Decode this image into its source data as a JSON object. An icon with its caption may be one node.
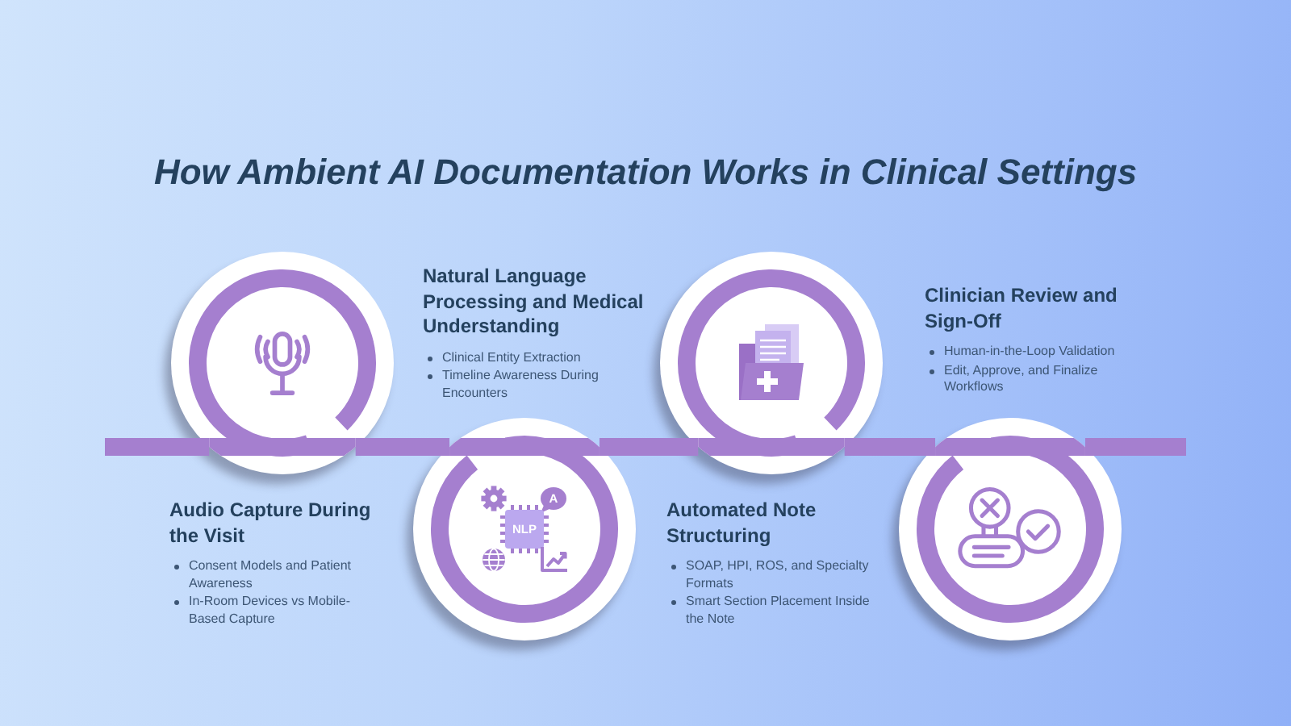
{
  "diagram": {
    "title": "How Ambient AI Documentation Works in Clinical Settings",
    "nodes": [
      {
        "text": [],
        "shape": "circle",
        "beside": [
          "Audio Capture During the Visit",
          "Consent Models and Patient Awareness",
          "In-Room Devices vs Mobile-Based Capture"
        ]
      },
      {
        "text": [],
        "shape": "circle",
        "beside": [
          "Natural Language Processing and Medical Understanding",
          "Clinical Entity Extraction",
          "Timeline Awareness During Encounters"
        ]
      },
      {
        "text": [],
        "shape": "circle",
        "beside": [
          "Automated Note Structuring",
          "SOAP, HPI, ROS, and Specialty Formats",
          "Smart Section Placement Inside the Note"
        ]
      },
      {
        "text": [],
        "shape": "circle",
        "beside": [
          "Clinician Review and Sign-Off",
          "Human-in-the-Loop Validation",
          "Edit, Approve, and Finalize Workflows"
        ]
      }
    ],
    "edges": [
      {
        "from": null,
        "to": 0,
        "arrow": "none"
      },
      {
        "from": 0,
        "to": 1,
        "arrow": "none"
      },
      {
        "from": 1,
        "to": 2,
        "arrow": "none"
      },
      {
        "from": 2,
        "to": 3,
        "arrow": "none"
      },
      {
        "from": 3,
        "to": null,
        "arrow": "none"
      }
    ],
    "labels": [
      "A",
      "NLP"
    ]
  }
}
